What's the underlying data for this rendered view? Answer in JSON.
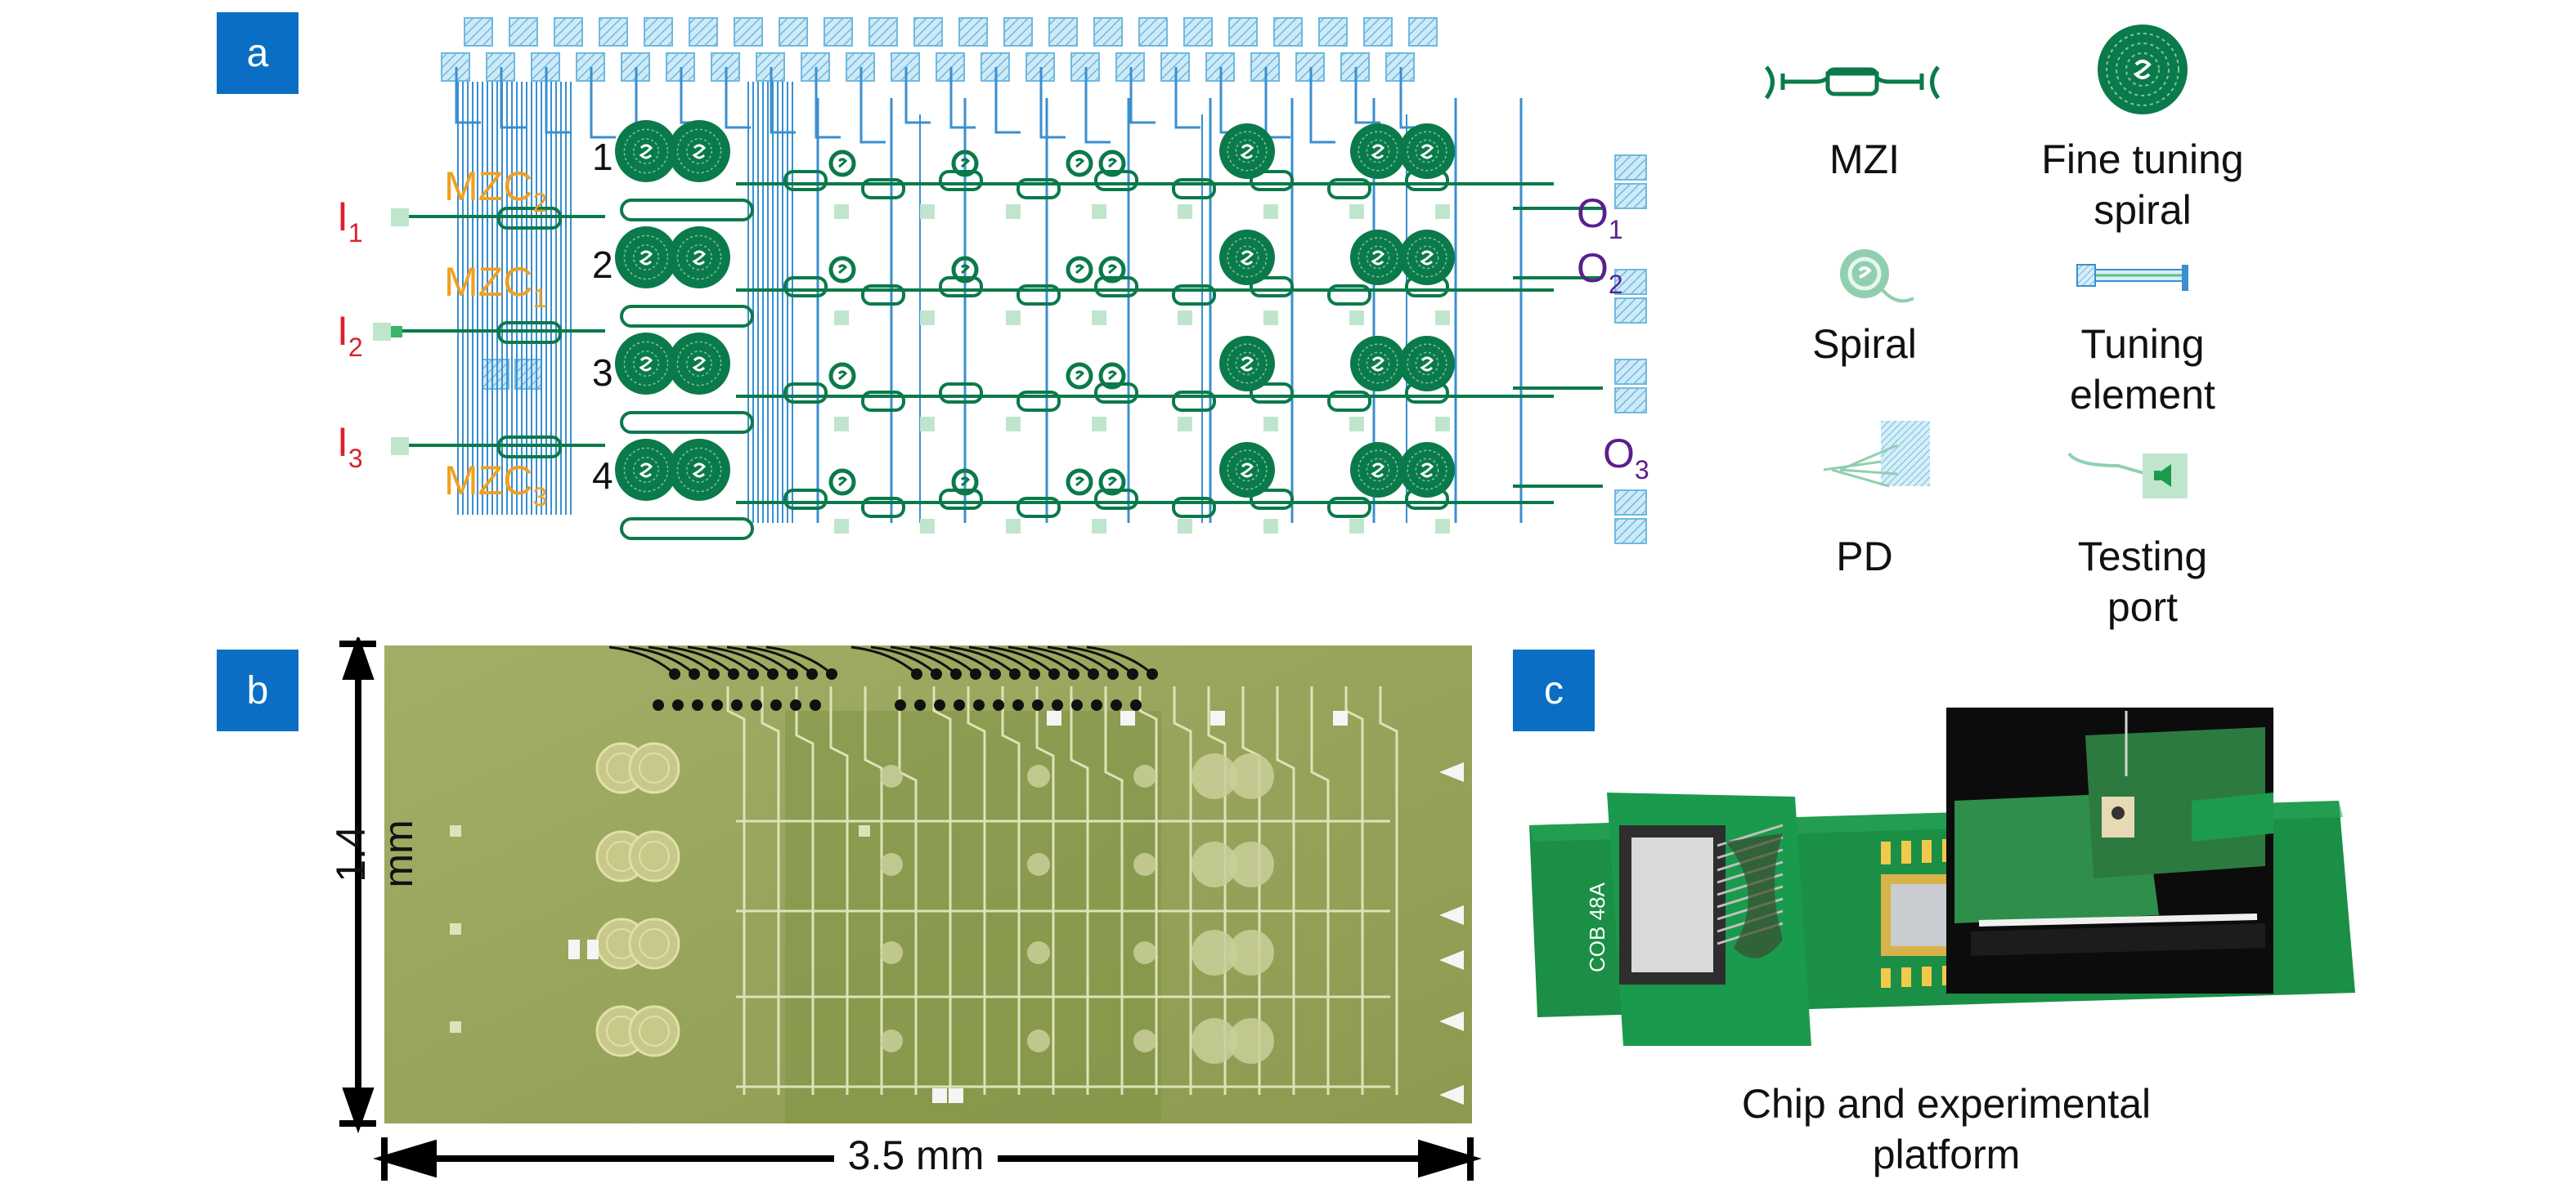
{
  "panels": {
    "a": {
      "badge": "a"
    },
    "b": {
      "badge": "b",
      "height_label": "1.4 mm",
      "width_label": "3.5 mm"
    },
    "c": {
      "badge": "c",
      "caption_line1": "Chip and experimental",
      "caption_line2": "platform"
    }
  },
  "inputs": [
    {
      "letter": "I",
      "sub": "1"
    },
    {
      "letter": "I",
      "sub": "2"
    },
    {
      "letter": "I",
      "sub": "3"
    }
  ],
  "outputs": [
    {
      "letter": "O",
      "sub": "1"
    },
    {
      "letter": "O",
      "sub": "2"
    },
    {
      "letter": "O",
      "sub": "3"
    }
  ],
  "couplers": [
    {
      "name": "MZC",
      "sub": "2"
    },
    {
      "name": "MZC",
      "sub": "1"
    },
    {
      "name": "MZC",
      "sub": "3"
    }
  ],
  "row_numbers": [
    "1",
    "2",
    "3",
    "4"
  ],
  "legend": {
    "mzi": "MZI",
    "fine_tuning_line1": "Fine tuning",
    "fine_tuning_line2": "spiral",
    "spiral": "Spiral",
    "tuning_line1": "Tuning",
    "tuning_line2": "element",
    "pd": "PD",
    "testing_line1": "Testing",
    "testing_line2": "port"
  },
  "pcb_labels": {
    "cob": "COB 48A"
  },
  "colors": {
    "badge": "#0a6fc4",
    "waveguide": "#0b7a4b",
    "metal": "#3a8fd0",
    "pad": "#a9d9f0",
    "input_label": "#d8222a",
    "coupler_label": "#f0a020",
    "output_label": "#5b1f8c",
    "chip_bg": "#8f9c52"
  }
}
